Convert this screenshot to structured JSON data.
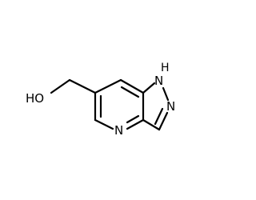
{
  "molecule": {
    "atoms": {
      "hydroxyl": "HO",
      "pyridine_n": "N",
      "pyrazole_n2": "N",
      "pyrazole_n1": "N",
      "n1_hydrogen": "H"
    }
  },
  "colors": {
    "bond": "#000000",
    "label": "#000000",
    "background": "#ffffff"
  }
}
